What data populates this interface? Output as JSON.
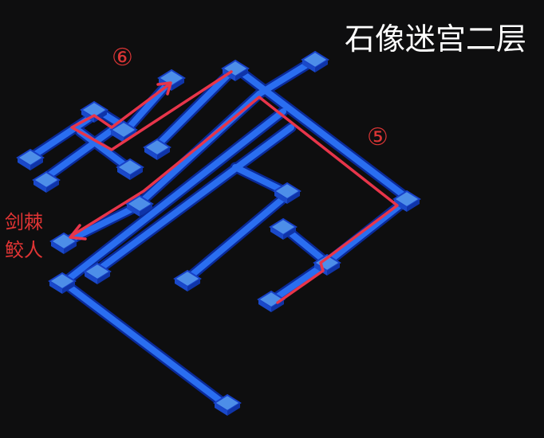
{
  "map": {
    "title": "石像迷宫二层",
    "background_color": "#0e0e0f",
    "corridor_color": "#1f5fe0",
    "corridor_edge_color": "#0a2a9a",
    "room_color": "#4d8ee8",
    "route_color": "#e8354a"
  },
  "labels": {
    "step_6": "⑥",
    "step_5": "⑤",
    "boss_line1": "剑棘",
    "boss_line2": "鲛人"
  },
  "icons": {
    "route_arrow": "arrow-icon",
    "room_marker": "room-tile-icon"
  }
}
